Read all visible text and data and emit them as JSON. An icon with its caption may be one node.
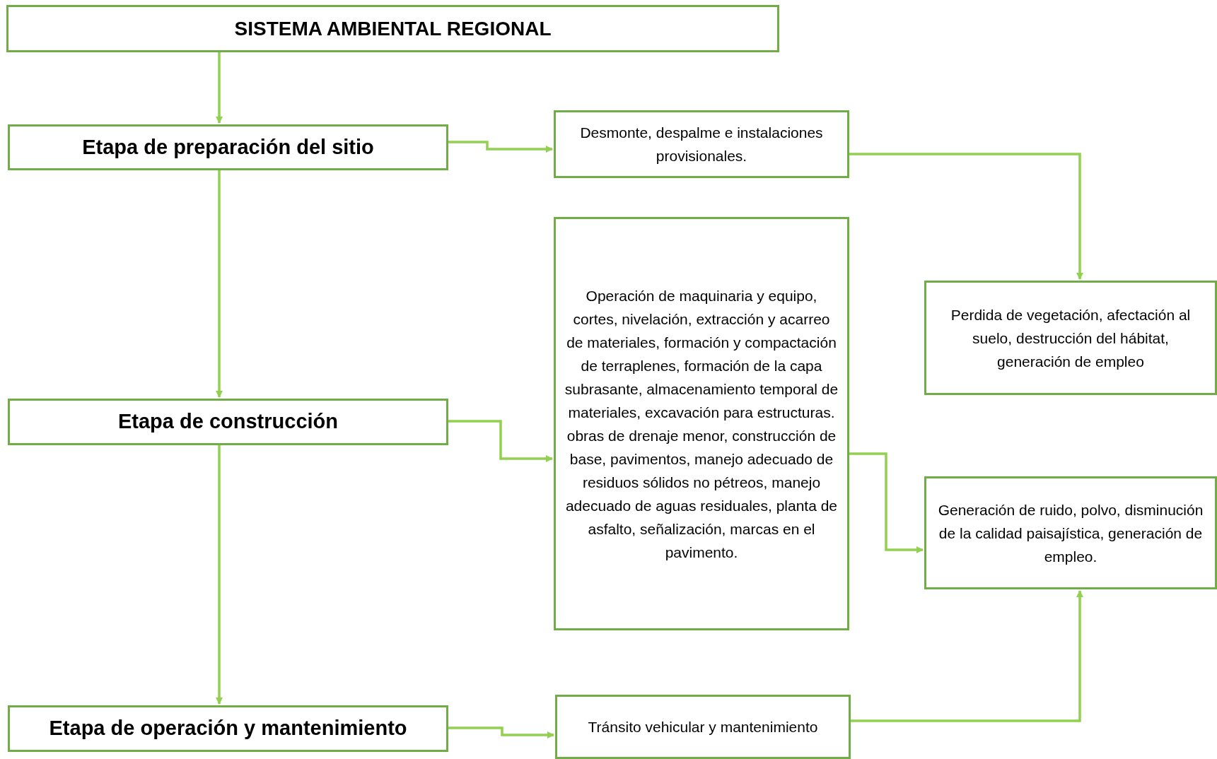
{
  "diagram": {
    "nodes": [
      {
        "text": [
          "SISTEMA AMBIENTAL REGIONAL"
        ]
      },
      {
        "text": [
          "Etapa de preparación del sitio"
        ]
      },
      {
        "text": [
          "Desmonte, despalme e instalaciones provisionales."
        ]
      },
      {
        "text": [
          "Perdida de vegetación, afectación al suelo, destrucción del hábitat, generación de empleo"
        ]
      },
      {
        "text": [
          "Etapa de construcción"
        ]
      },
      {
        "text": [
          "Operación de maquinaria y equipo, cortes, nivelación, extracción y acarreo de materiales, formación y compactación de terraplenes, formación de la capa subrasante, almacenamiento temporal de materiales, excavación para estructuras. obras de drenaje menor, construcción de base, pavimentos, manejo adecuado de residuos sólidos no pétreos, manejo adecuado de aguas residuales, planta de asfalto, señalización, marcas en el pavimento."
        ]
      },
      {
        "text": [
          "Generación de ruido, polvo, disminución de la calidad paisajística, generación de empleo."
        ]
      },
      {
        "text": [
          "Etapa de operación y mantenimiento"
        ]
      },
      {
        "text": [
          "Tránsito vehicular y mantenimiento"
        ]
      }
    ],
    "edges": [
      {
        "from": 0,
        "to": 1,
        "arrow": "to"
      },
      {
        "from": 1,
        "to": 4,
        "arrow": "to"
      },
      {
        "from": 4,
        "to": 7,
        "arrow": "to"
      },
      {
        "from": 1,
        "to": 2,
        "arrow": "to"
      },
      {
        "from": 2,
        "to": 3,
        "arrow": "to"
      },
      {
        "from": 4,
        "to": 5,
        "arrow": "to"
      },
      {
        "from": 5,
        "to": 6,
        "arrow": "to"
      },
      {
        "from": 7,
        "to": 8,
        "arrow": "to"
      },
      {
        "from": 8,
        "to": 6,
        "arrow": "to"
      }
    ]
  }
}
